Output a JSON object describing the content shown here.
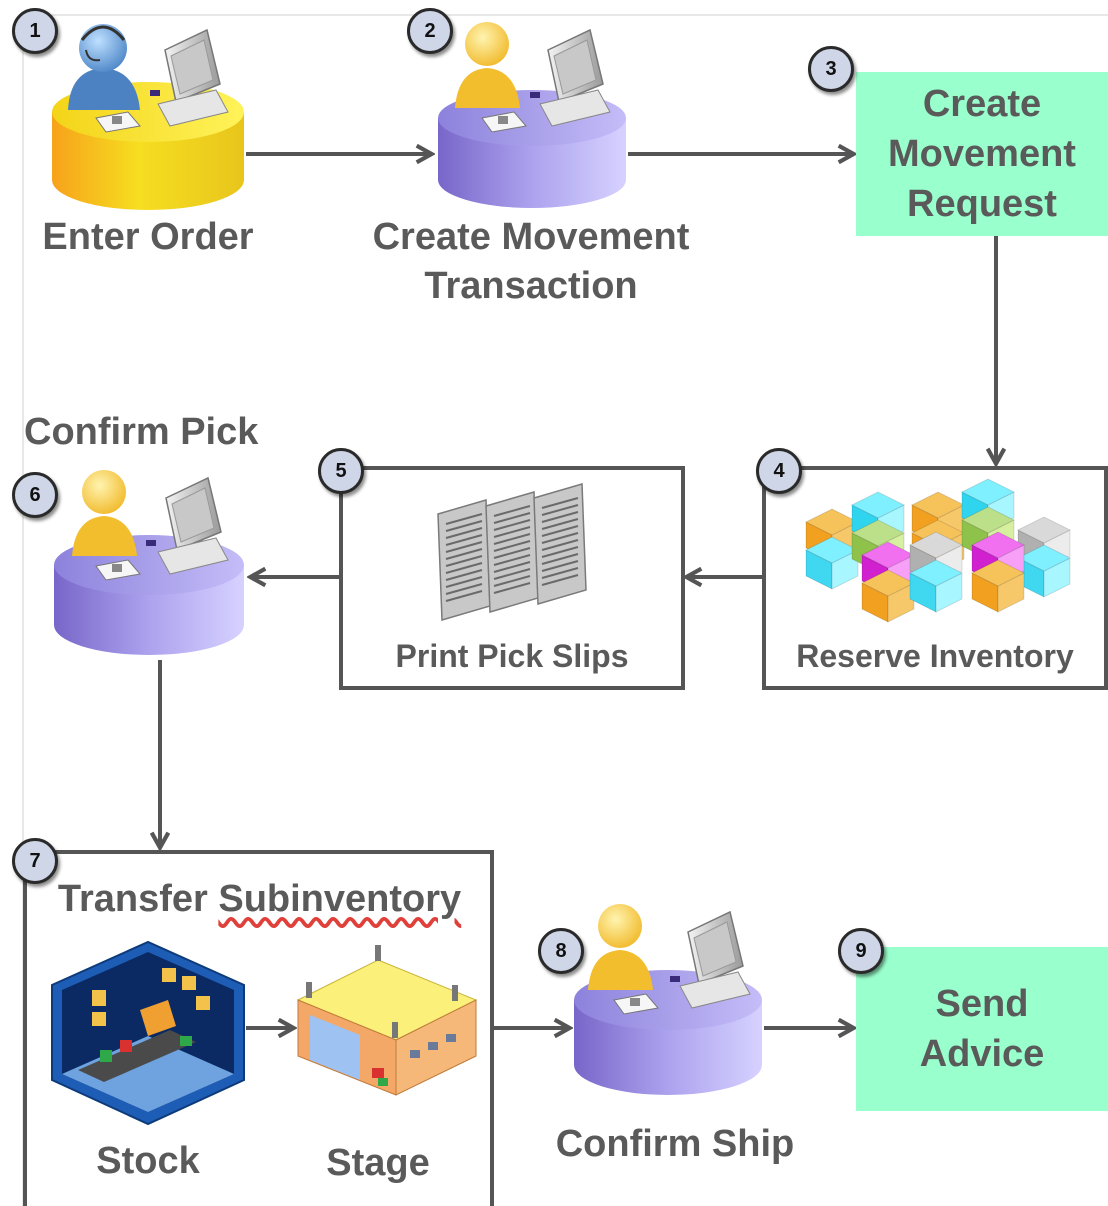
{
  "steps": [
    {
      "num": "1",
      "label": "Enter Order"
    },
    {
      "num": "2",
      "label_line1": "Create Movement",
      "label_line2": "Transaction"
    },
    {
      "num": "3",
      "line1": "Create",
      "line2": "Movement",
      "line3": "Request"
    },
    {
      "num": "4",
      "label": "Reserve Inventory"
    },
    {
      "num": "5",
      "label": "Print Pick Slips"
    },
    {
      "num": "6",
      "label": "Confirm Pick"
    },
    {
      "num": "7",
      "label_part1": "Transfer ",
      "label_part2": "Subinventory",
      "stock": "Stock",
      "stage": "Stage"
    },
    {
      "num": "8",
      "label": "Confirm Ship"
    },
    {
      "num": "9",
      "line1": "Send",
      "line2": "Advice"
    }
  ],
  "colors": {
    "green_box": "#99ffcc",
    "yellow_platform": "#f2d21a",
    "purple_platform": "#a79ae6",
    "arrow": "#555555"
  },
  "icons": [
    "operator-workstation-icon",
    "user-workstation-icon",
    "inventory-cubes-icon",
    "pick-slips-icon",
    "warehouse-stock-icon",
    "staging-building-icon"
  ]
}
